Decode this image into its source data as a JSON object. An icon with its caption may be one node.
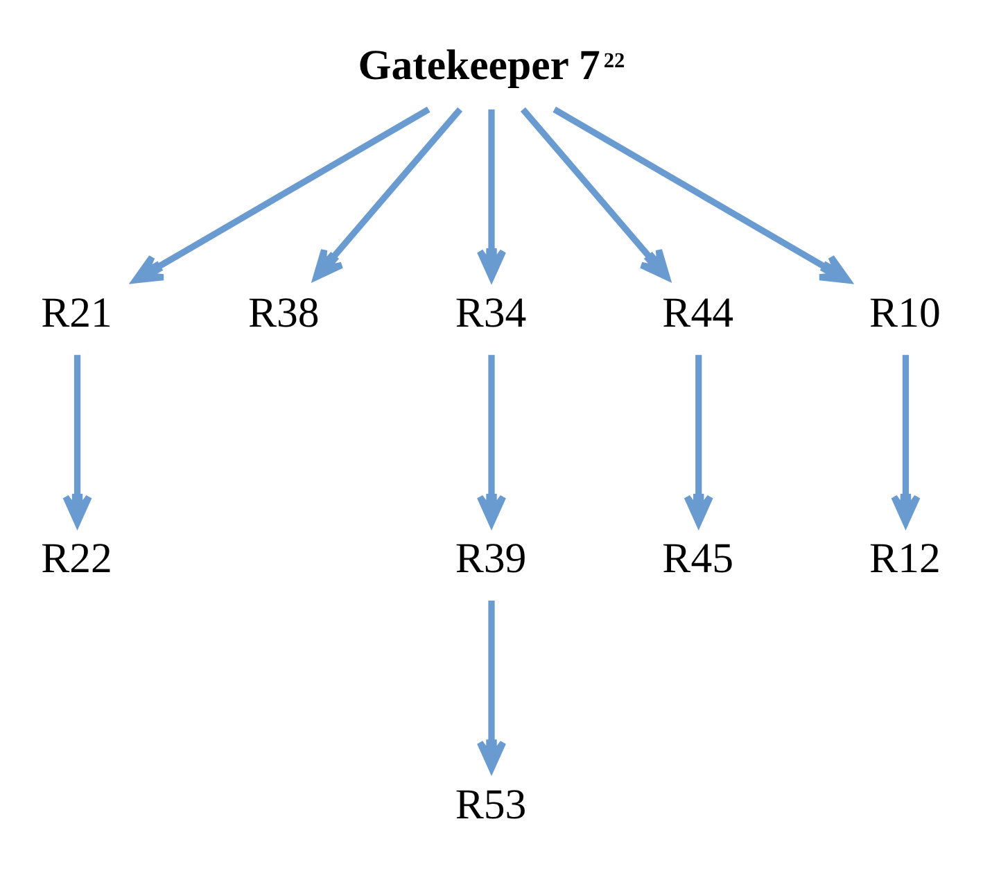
{
  "diagram": {
    "nodes": [
      {
        "text": [
          "Gatekeeper 7$^{22}$"
        ]
      },
      {
        "text": [
          "R21"
        ]
      },
      {
        "text": [
          "R38"
        ]
      },
      {
        "text": [
          "R34"
        ]
      },
      {
        "text": [
          "R44"
        ]
      },
      {
        "text": [
          "R10"
        ]
      },
      {
        "text": [
          "R22"
        ]
      },
      {
        "text": [
          "R39"
        ]
      },
      {
        "text": [
          "R45"
        ]
      },
      {
        "text": [
          "R12"
        ]
      },
      {
        "text": [
          "R53"
        ]
      }
    ],
    "edges": [
      {
        "from": 0,
        "to": 1,
        "arrow": "to"
      },
      {
        "from": 0,
        "to": 2,
        "arrow": "to"
      },
      {
        "from": 0,
        "to": 3,
        "arrow": "to"
      },
      {
        "from": 0,
        "to": 4,
        "arrow": "to"
      },
      {
        "from": 0,
        "to": 5,
        "arrow": "to"
      },
      {
        "from": 1,
        "to": 6,
        "arrow": "to"
      },
      {
        "from": 3,
        "to": 7,
        "arrow": "to"
      },
      {
        "from": 4,
        "to": 8,
        "arrow": "to"
      },
      {
        "from": 5,
        "to": 9,
        "arrow": "to"
      },
      {
        "from": 7,
        "to": 10,
        "arrow": "to"
      }
    ]
  }
}
